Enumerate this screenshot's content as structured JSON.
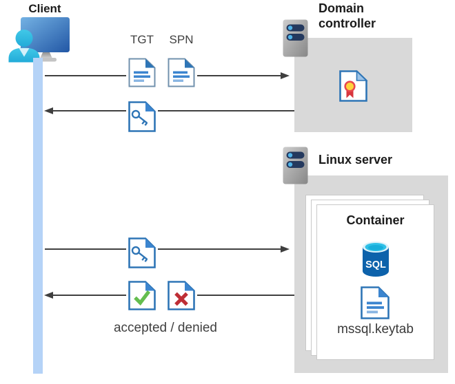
{
  "client": {
    "label": "Client"
  },
  "flow_labels": {
    "tgt": "TGT",
    "spn": "SPN",
    "accepted_denied": "accepted / denied"
  },
  "domain_controller": {
    "title": "Domain controller"
  },
  "linux_server": {
    "title": "Linux server"
  },
  "container": {
    "title": "Container",
    "sql_label": "SQL",
    "keytab_label": "mssql.keytab"
  },
  "arrows": [
    {
      "from": "client",
      "to": "domain-controller",
      "direction": "right",
      "carries": [
        "TGT",
        "SPN"
      ]
    },
    {
      "from": "domain-controller",
      "to": "client",
      "direction": "left",
      "carries": [
        "key-ticket"
      ]
    },
    {
      "from": "client",
      "to": "linux-server",
      "direction": "right",
      "carries": [
        "key-ticket"
      ]
    },
    {
      "from": "linux-server",
      "to": "client",
      "direction": "left",
      "carries": [
        "accepted",
        "denied"
      ]
    }
  ],
  "icons": [
    "client-computer-icon",
    "server-icon",
    "document-icon",
    "key-ticket-document-icon",
    "certificate-icon",
    "check-document-icon",
    "x-document-icon",
    "sql-database-icon",
    "keytab-document-icon"
  ],
  "colors": {
    "doc_blue": "#2e75b6",
    "doc_fold_blue": "#3c85cf",
    "doc_line_blue": "#3c85cf",
    "accent_cyan": "#30c1e5",
    "monitor_blue_light": "#74b2e4",
    "monitor_blue_dark": "#2257a5",
    "lifeline_blue": "#b5d3f7",
    "box_gray": "#d9d9d9",
    "server_bar_navy": "#24395e",
    "server_dot_blue": "#4fb3e8",
    "arrow_gray": "#3f3f3f",
    "check_green": "#64bd4f",
    "x_red": "#be2e35",
    "cert_yellow": "#fed33c",
    "cert_red": "#d7353e",
    "sql_body_blue": "#0d62ab",
    "sql_top_cyan": "#2fc0e7"
  }
}
